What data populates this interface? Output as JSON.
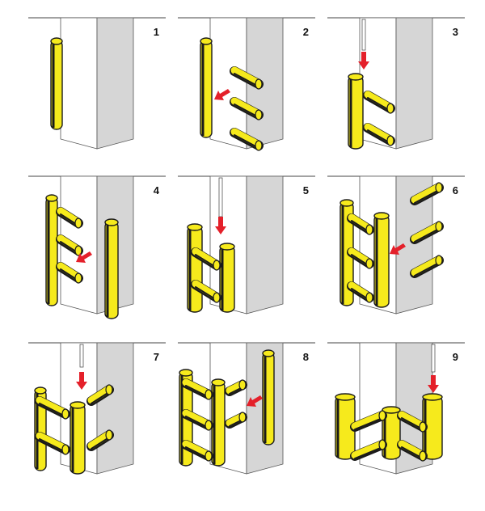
{
  "colors": {
    "yellow": "#f6ea1c",
    "black": "#1a1a1a",
    "grey": "#d6d6d6",
    "arrow": "#e4202a",
    "white": "#ffffff"
  },
  "steps": [
    {
      "number": "1",
      "action": "attach-half-guard"
    },
    {
      "number": "2",
      "action": "insert-rungs"
    },
    {
      "number": "3",
      "action": "drive-pin-down"
    },
    {
      "number": "4",
      "action": "attach-second-half"
    },
    {
      "number": "5",
      "action": "drive-pin-down"
    },
    {
      "number": "6",
      "action": "insert-rungs"
    },
    {
      "number": "7",
      "action": "drive-pin-down"
    },
    {
      "number": "8",
      "action": "attach-third-half"
    },
    {
      "number": "9",
      "action": "drive-pin-down"
    }
  ]
}
